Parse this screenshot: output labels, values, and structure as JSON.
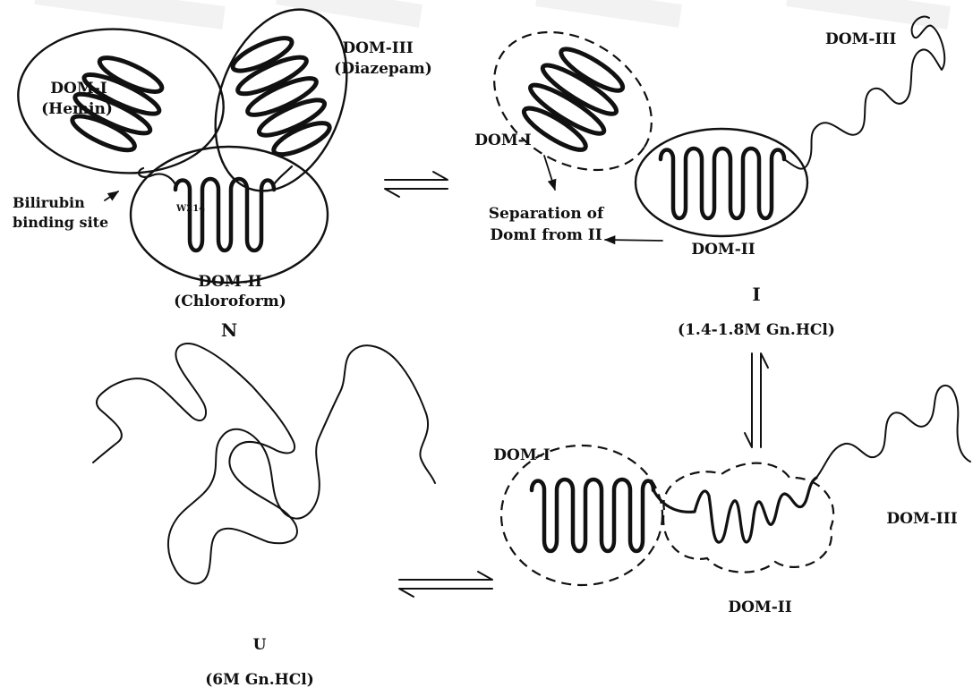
{
  "colors": {
    "ink": "#111111",
    "background": "#ffffff",
    "band": "#f2f2f2"
  },
  "state_n": {
    "state_label": "N",
    "dom1_label": "DOM-I",
    "dom1_ligand": "(Hemin)",
    "dom2_label": "DOM-II",
    "dom2_ligand": "(Chloroform)",
    "dom3_label": "DOM-III",
    "dom3_ligand": "(Diazepam)",
    "bilirubin_line1": "Bilirubin",
    "bilirubin_line2": "binding site",
    "residue": "W214"
  },
  "state_i": {
    "state_label": "I",
    "condition": "(1.4-1.8M Gn.HCl)",
    "dom1_label": "DOM-I",
    "dom2_label": "DOM-II",
    "dom3_label": "DOM-III",
    "separation_line1": "Separation of",
    "separation_line2": "DomI from II"
  },
  "state_i2": {
    "dom1_label": "DOM-I",
    "dom2_label": "DOM-II",
    "dom3_label": "DOM-III"
  },
  "state_u": {
    "state_label": "U",
    "condition": "(6M Gn.HCl)"
  },
  "arrows": [
    "equilibrium-n-i",
    "equilibrium-i-i2",
    "equilibrium-i2-u"
  ]
}
